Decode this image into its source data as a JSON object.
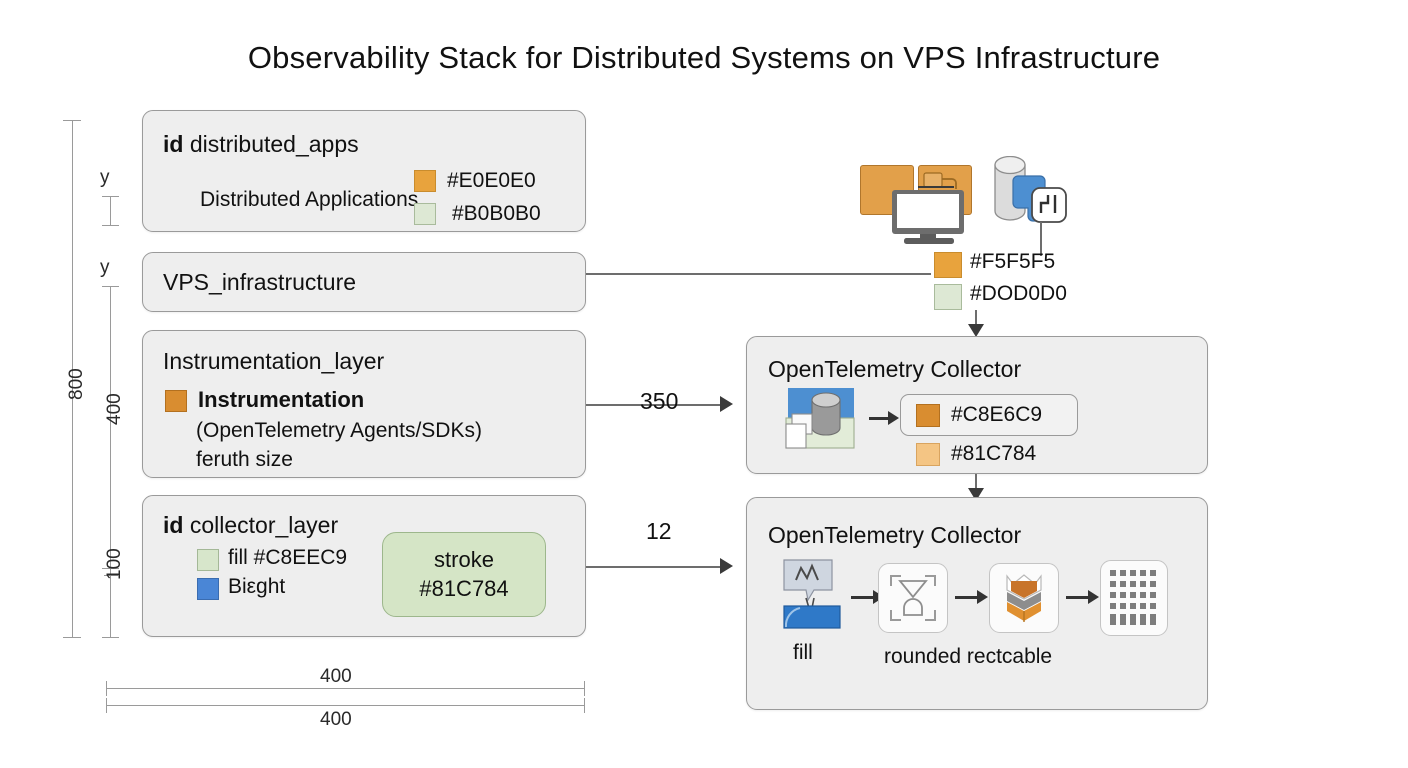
{
  "title": "Observability Stack for Distributed Systems on VPS Infrastructure",
  "background": "#ffffff",
  "nodes": {
    "distributed_apps": {
      "id_prefix": "id",
      "id_value": "distributed_apps",
      "label": "Distributed Applications",
      "swatches": [
        {
          "color": "#e8a33d",
          "label": "#E0E0E0",
          "kind": "orange"
        },
        {
          "color": "#dde8d4",
          "label": "#B0B0B0",
          "kind": "green"
        }
      ]
    },
    "vps_infrastructure": {
      "label": "VPS_infrastructure"
    },
    "instrumentation_layer": {
      "label": "Instrumentation_layer",
      "bullet_color": "#d98d30",
      "bullet_label": "Instrumentation",
      "sub_line_1": "(OpenTelemetry Agents/SDKs)",
      "sub_line_2": "feruth size"
    },
    "collector_layer": {
      "id_prefix": "id",
      "id_value": "collector_layer",
      "swatches": [
        {
          "color": "#dde8d4",
          "label": "fill #C8EEC9",
          "kind": "green"
        },
        {
          "color": "#4a86d6",
          "label": "Biεght",
          "kind": "blue"
        }
      ],
      "chip": {
        "line1": "stroke",
        "line2": "#81C784",
        "fill": "#d5e5c6",
        "stroke": "#9db78c"
      }
    },
    "collector_top": {
      "title": "OpenTelemetry Collector",
      "icon": "server-database-icon",
      "chip_label": "#C8E6C9",
      "chip_swatch": "#d98d30",
      "swatch_label": "#81C784",
      "swatch_color": "#f4c584"
    },
    "collector_bottom": {
      "title": "OpenTelemetry Collector",
      "pipeline": [
        {
          "icon": "metrics-bubble-icon",
          "caption": "fill"
        },
        {
          "icon": "hourglass-frame-icon",
          "caption": "rounded rectcable"
        },
        {
          "icon": "layered-stack-icon",
          "caption": ""
        },
        {
          "icon": "grid-dots-icon",
          "caption": ""
        }
      ]
    }
  },
  "top_cluster": {
    "icons": [
      "servers-icon",
      "monitor-icon",
      "database-cylinder-icon",
      "connector-node-icon"
    ],
    "swatches": [
      {
        "color": "#e8a33d",
        "label": "#F5F5F5",
        "kind": "orange"
      },
      {
        "color": "#dde8d4",
        "label": "#DOD0D0",
        "kind": "green"
      }
    ]
  },
  "edges": [
    {
      "from": "instrumentation_layer",
      "to": "collector_top",
      "label": "350"
    },
    {
      "from": "collector_layer",
      "to": "collector_bottom",
      "label": "12"
    }
  ],
  "dimensions": {
    "outer_vertical": "800",
    "inner_vertical": [
      "y",
      "y",
      "400",
      "100"
    ],
    "horizontal": [
      "400",
      "400"
    ]
  }
}
